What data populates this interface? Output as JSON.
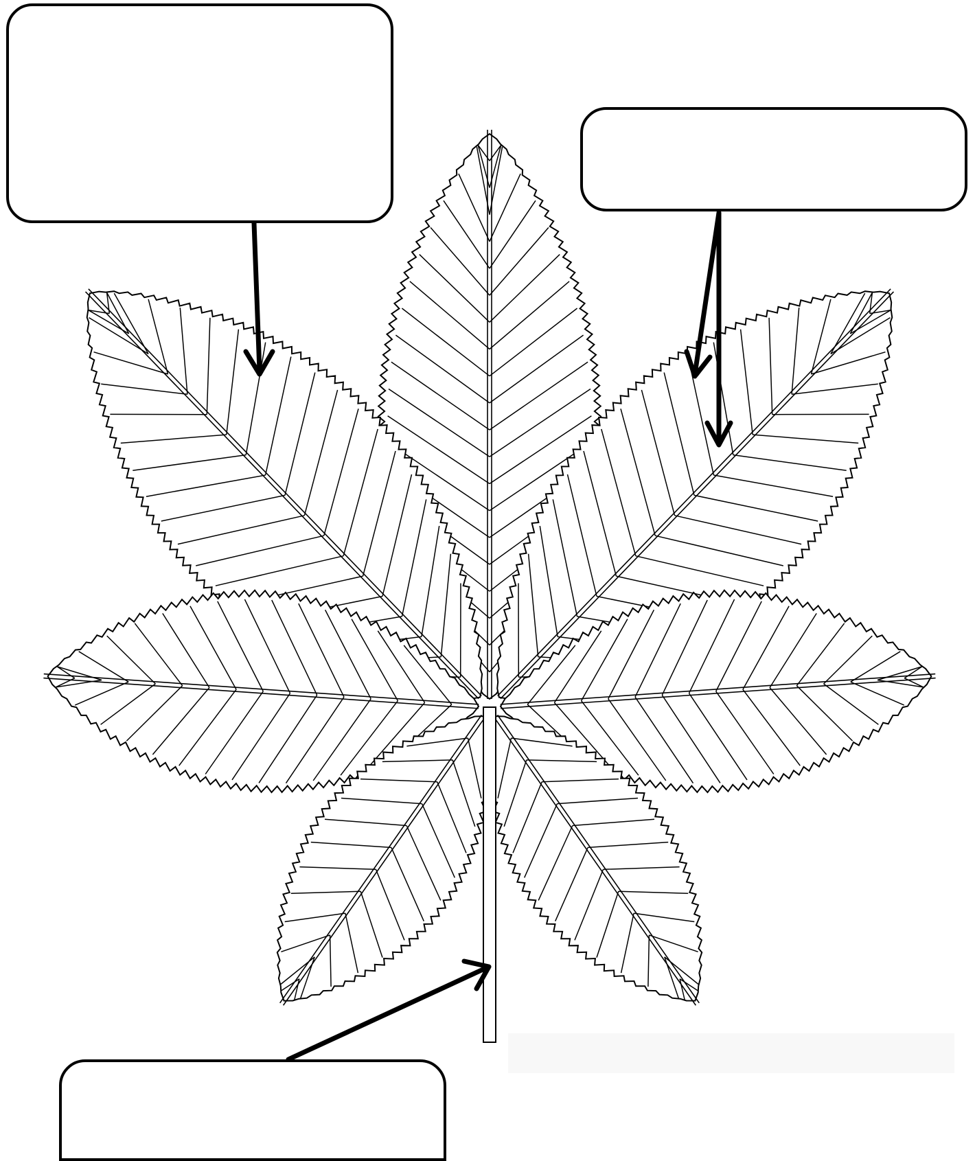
{
  "diagram": {
    "subject": "horse-chestnut-palmate-compound-leaf",
    "leaflet_count": 7,
    "line_color": "#000000",
    "fill_color": "#ffffff"
  },
  "labels": [
    {
      "id": "label-top-left",
      "text": ""
    },
    {
      "id": "label-top-right",
      "text": ""
    },
    {
      "id": "label-bottom-left",
      "text": ""
    }
  ]
}
